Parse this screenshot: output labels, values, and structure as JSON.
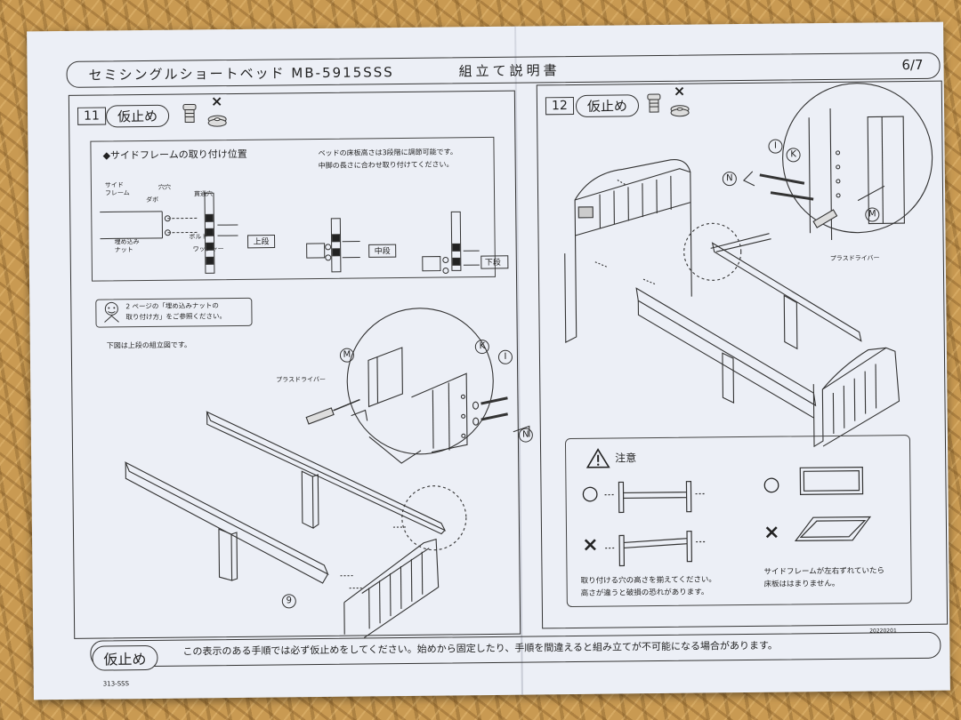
{
  "header": {
    "title": "セミシングルショートベッド MB-5915SSS",
    "subtitle": "組立て説明書",
    "page": "6/7"
  },
  "step11": {
    "number": "11",
    "label": "仮止め",
    "mark_x": "×",
    "side_frame_heading": "◆サイドフレームの取り付け位置",
    "height_note_line1": "ベッドの床板高さは3段階に調節可能です。",
    "height_note_line2": "中脚の長さに合わせ取り付けてください。",
    "label_side_frame": "サイド\nフレーム",
    "label_dowel": "ダボ",
    "label_hole": "穴穴",
    "label_through_hole": "貫通穴",
    "label_embedded_nut": "埋め込み\nナット",
    "label_bolt": "ボルト",
    "label_washer": "ワッシャー",
    "level_upper": "上段",
    "level_middle": "中段",
    "level_lower": "下段",
    "ref_note_line1": "2 ページの「埋め込みナットの",
    "ref_note_line2": "取り付け方」をご参照ください。",
    "diagram_note": "下図は上段の組立図です。",
    "label_screwdriver": "プラスドライバー",
    "part_m": "M",
    "part_k": "K",
    "part_i": "I",
    "part_n": "N",
    "part_9": "9"
  },
  "step12": {
    "number": "12",
    "label": "仮止め",
    "mark_x": "×",
    "part_i": "I",
    "part_k": "K",
    "part_n": "N",
    "part_m": "M",
    "label_screwdriver": "プラスドライバー",
    "caution_title": "注意",
    "ok": "○",
    "ng": "×",
    "caution_left_line1": "取り付ける穴の高さを揃えてください。",
    "caution_left_line2": "高さが違うと破損の恐れがあります。",
    "caution_right_line1": "サイドフレームが左右ずれていたら",
    "caution_right_line2": "床板ははまりません。"
  },
  "footer": {
    "label": "仮止め",
    "text": "この表示のある手順では必ず仮止めをしてください。始めから固定したり、手順を間違えると組み立てが不可能になる場合があります。",
    "code_right": "20220201",
    "code_left": "313-SSS"
  }
}
